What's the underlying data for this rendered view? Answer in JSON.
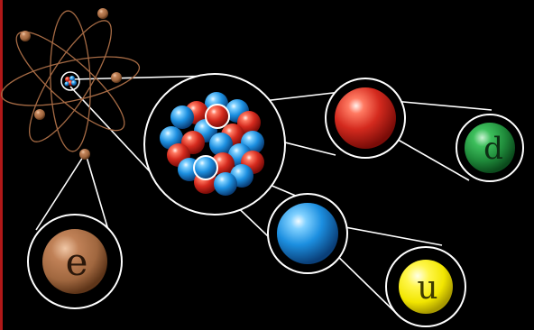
{
  "labels": {
    "electron": "e",
    "down_quark": "d",
    "up_quark": "u"
  },
  "colors": {
    "background": "#000000",
    "edge_bar": "#b01818",
    "electron": "#a0673f",
    "proton": "#d42a1e",
    "neutron": "#1c8fe0",
    "down_quark": "#1f8a3a",
    "up_quark": "#f2e600",
    "orbit": "#a56a44",
    "connector": "#ffffff"
  },
  "icons": [
    "atom-icon",
    "nucleus-icon",
    "proton-icon",
    "neutron-icon",
    "electron-icon",
    "down-quark-icon",
    "up-quark-icon"
  ]
}
